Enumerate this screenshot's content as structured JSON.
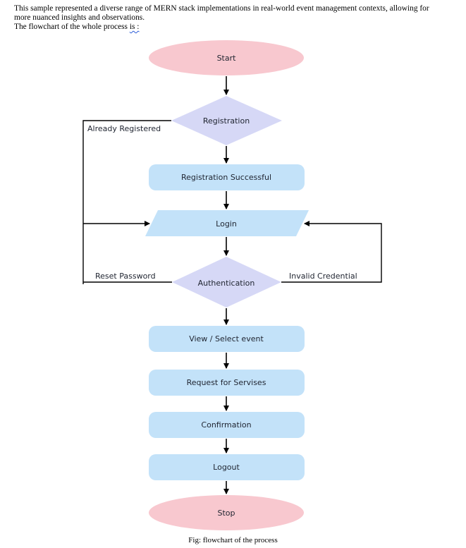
{
  "document": {
    "paragraph_line1": "This sample represented a diverse range of MERN stack implementations in real-world event management contexts, allowing for",
    "paragraph_line2": "more nuanced insights and observations.",
    "paragraph_line3_prefix": "The flowchart of the whole process ",
    "paragraph_line3_flagged": "is :",
    "caption": "Fig: flowchart of the process"
  },
  "flowchart": {
    "nodes": {
      "start": "Start",
      "registration": "Registration",
      "registration_successful": "Registration Successful",
      "login": "Login",
      "authentication": "Authentication",
      "view_select_event": "View / Select event",
      "request_services": "Request for Servises",
      "confirmation": "Confirmation",
      "logout": "Logout",
      "stop": "Stop"
    },
    "edge_labels": {
      "already_registered": "Already Registered",
      "reset_password": "Reset Password",
      "invalid_credential": "Invalid Credential"
    },
    "colors": {
      "terminal": "#f8c8cf",
      "process": "#c3e2f9",
      "decision": "#d6d8f6",
      "connector": "#000000"
    }
  }
}
